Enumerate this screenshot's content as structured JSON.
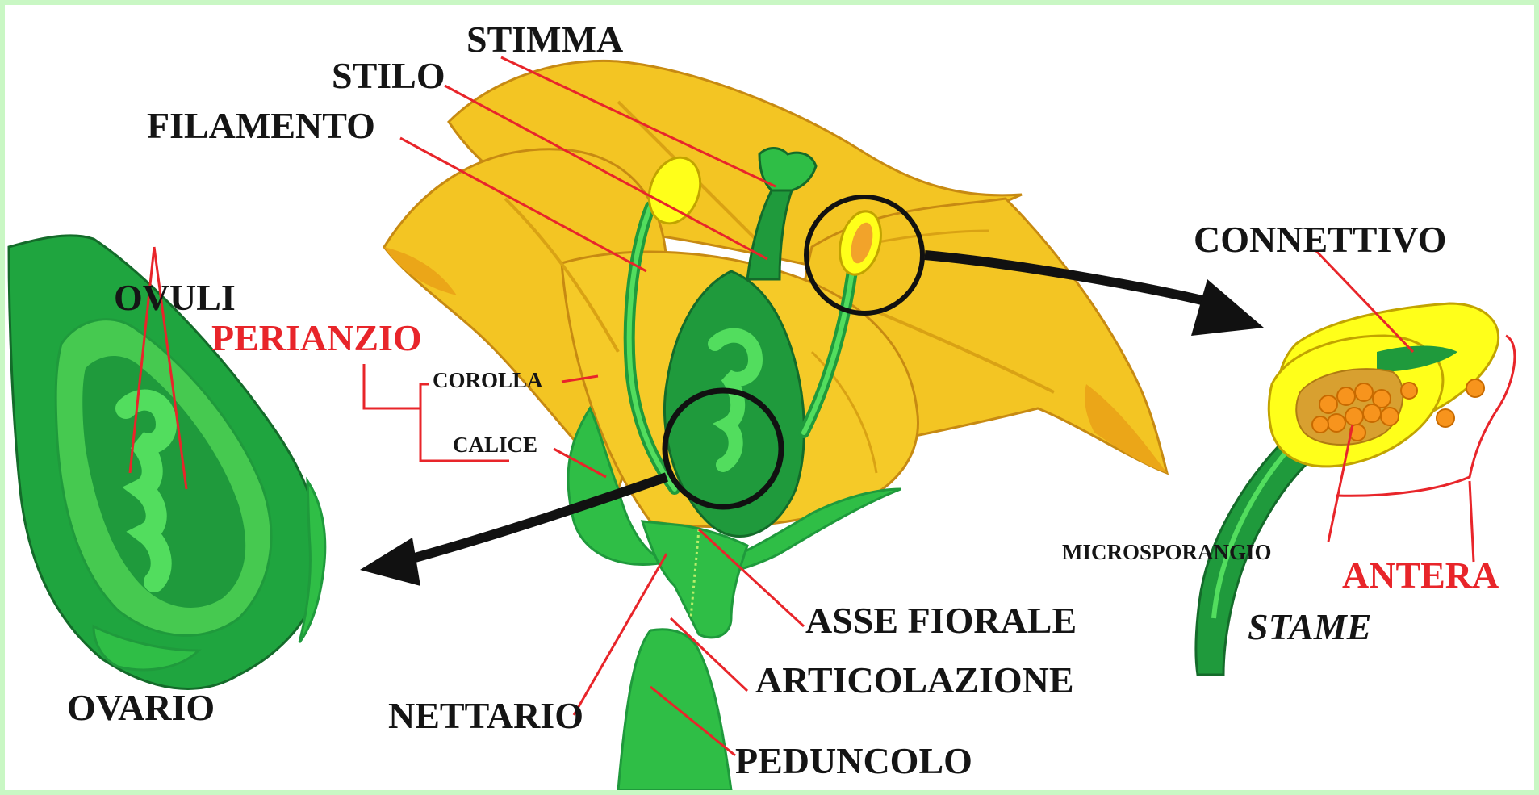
{
  "labels": {
    "stimma": "STIMMA",
    "stilo": "STILO",
    "filamento": "FILAMENTO",
    "ovuli": "OVULI",
    "perianzio": "PERIANZIO",
    "corolla": "COROLLA",
    "calice": "CALICE",
    "ovario": "OVARIO",
    "nettario": "NETTARIO",
    "asse_fiorale": "ASSE FIORALE",
    "articolazione": "ARTICOLAZIONE",
    "peduncolo": "PEDUNCOLO",
    "connettivo": "CONNETTIVO",
    "microsporangio": "MICROSPORANGIO",
    "antera": "ANTERA",
    "stame": "STAME"
  },
  "colors": {
    "background_frame": "#c9f7c4",
    "petal": "#f3c523",
    "petal_shadow": "#eba618",
    "green_dark": "#1f9a3c",
    "green_mid": "#2fbe46",
    "green_light": "#52dd5e",
    "anther_yellow": "#ffff1a",
    "pollen": "#f7941d",
    "leader_line": "#e8252a",
    "label_text": "#151515",
    "label_red": "#e8252a"
  }
}
